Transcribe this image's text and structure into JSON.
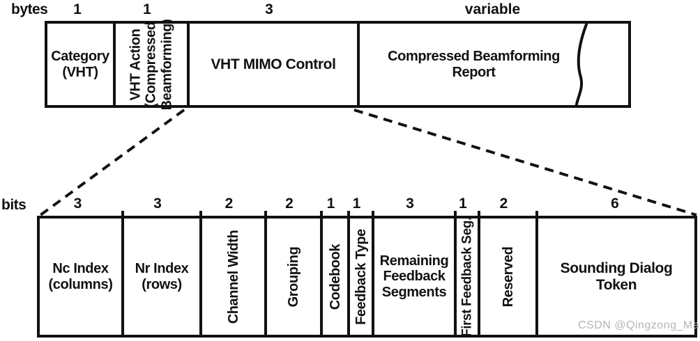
{
  "top_row": {
    "unit_label": "bytes",
    "fields": [
      {
        "size": "1",
        "label": "Category\n(VHT)"
      },
      {
        "size": "1",
        "label": "VHT Action\n(Compressed\nBeamforming)"
      },
      {
        "size": "3",
        "label": "VHT MIMO Control"
      },
      {
        "size": "variable",
        "label": "Compressed Beamforming\nReport"
      }
    ]
  },
  "bottom_row": {
    "unit_label": "bits",
    "fields": [
      {
        "size": "3",
        "label": "Nc Index\n(columns)"
      },
      {
        "size": "3",
        "label": "Nr Index\n(rows)"
      },
      {
        "size": "2",
        "label": "Channel Width"
      },
      {
        "size": "2",
        "label": "Grouping"
      },
      {
        "size": "1",
        "label": "Codebook"
      },
      {
        "size": "1",
        "label": "Feedback Type"
      },
      {
        "size": "3",
        "label": "Remaining\nFeedback\nSegments"
      },
      {
        "size": "1",
        "label": "First Feedback Seg."
      },
      {
        "size": "2",
        "label": "Reserved"
      },
      {
        "size": "6",
        "label": "Sounding Dialog Token"
      }
    ]
  },
  "watermark": "CSDN @Qingzong_Ma",
  "colors": {
    "line": "#111111",
    "watermark": "#b5b5b5",
    "background": "#ffffff"
  }
}
